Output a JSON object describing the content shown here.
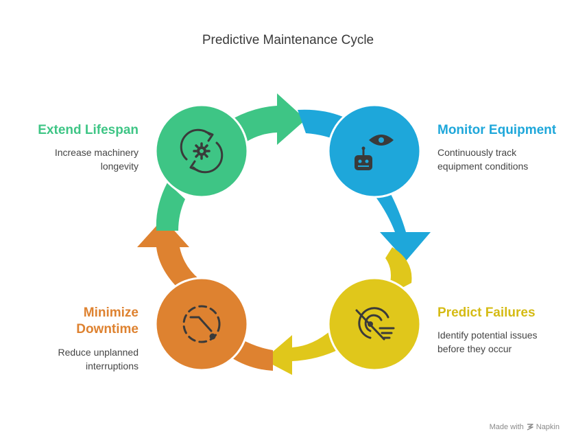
{
  "title": "Predictive Maintenance Cycle",
  "colors": {
    "monitor": "#1ea7da",
    "predict": "#e0c71b",
    "minimize": "#de8230",
    "extend": "#3ec585",
    "icon": "#3a3a3a"
  },
  "steps": {
    "monitor": {
      "title": "Monitor Equipment",
      "desc_lines": [
        "Continuously track",
        "equipment conditions"
      ],
      "icon": "eye-robot-icon"
    },
    "predict": {
      "title": "Predict Failures",
      "desc_lines": [
        "Identify potential issues",
        "before they occur"
      ],
      "icon": "no-signal-filter-icon"
    },
    "minimize": {
      "title_lines": [
        "Minimize",
        "Downtime"
      ],
      "desc_lines": [
        "Reduce unplanned",
        "interruptions"
      ],
      "icon": "dashed-clock-icon"
    },
    "extend": {
      "title": "Extend Lifespan",
      "desc_lines": [
        "Increase machinery",
        "longevity"
      ],
      "icon": "gear-refresh-icon"
    }
  },
  "footer": {
    "made_with": "Made with",
    "brand": "Napkin"
  }
}
